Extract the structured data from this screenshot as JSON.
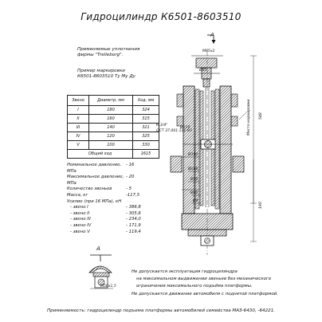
{
  "title": "Гидроцилиндр К6501-8603510",
  "seal_note": {
    "line1": "Применяемые уплотнения",
    "line2": "фирмы \"Trelleborg\"."
  },
  "marking": {
    "line1": "Пример маркировки",
    "line2": "К6501-8603510 Ту Му Ду"
  },
  "view_label": "A",
  "table": {
    "headers": [
      "Звено",
      "Диаметр, мм",
      "Ход, мм"
    ],
    "rows": [
      [
        "I",
        "180",
        "324"
      ],
      [
        "II",
        "160",
        "315"
      ],
      [
        "III",
        "140",
        "321"
      ],
      [
        "IV",
        "120",
        "325"
      ],
      [
        "V",
        "100",
        "330"
      ]
    ],
    "total_label": "Общий ход",
    "total_value": "1615"
  },
  "specs": [
    {
      "label": "Номинальное давление, МПа",
      "value": "- 16"
    },
    {
      "label": "Максимальное давление, МПа",
      "value": "- 20"
    },
    {
      "label": "Количество звеньев",
      "value": "- 5"
    },
    {
      "label": "Масса, кг",
      "value": "-117,5"
    },
    {
      "label": "Усилие (при 16 МПа), кН",
      "value": ""
    },
    {
      "label": "- звено I",
      "value": "- 386,8",
      "indent": true
    },
    {
      "label": "- звено II",
      "value": "- 305,6",
      "indent": true
    },
    {
      "label": "- звено III",
      "value": "- 234,0",
      "indent": true
    },
    {
      "label": "- звено IV",
      "value": "- 171,9",
      "indent": true
    },
    {
      "label": "- звено V",
      "value": "- 119,4",
      "indent": true
    }
  ],
  "dimensions": {
    "m": "М85х2",
    "d65": "Ø65",
    "d219": "Ø219",
    "d180": "Ø180",
    "d160": "Ø160",
    "d50": "Ø50",
    "d40": "Ø40",
    "d4": "Ø4",
    "thread": "К 3/4\"",
    "ost": "ОСТ 37.001.111-83",
    "len548": "548",
    "len190": "190",
    "m50": "М50х1,5"
  },
  "side_note": "Место маркировки",
  "notes": [
    "Не допускается эксплуатация гидроцилиндра",
    "на максимальном выдвижении звеньев без механического",
    "ограничения максимального подъёма платформы.",
    "Не допускается движение автомобиля с поднятой платформой."
  ],
  "applicability": "Применяемость: гидроцилиндр подъема платформы автомобилей семейства МАЗ-6430, -64221."
}
